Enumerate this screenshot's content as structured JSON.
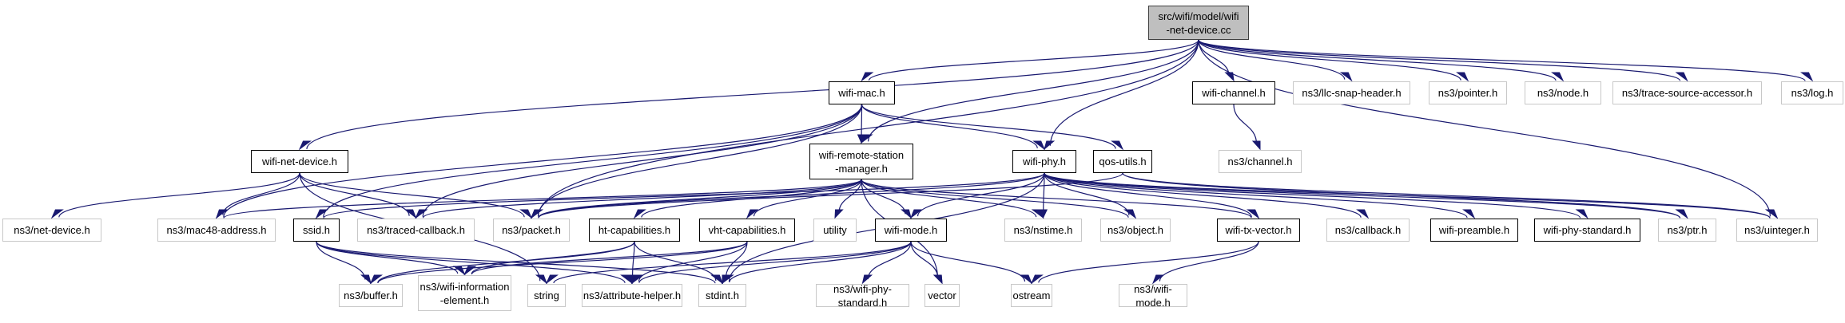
{
  "graph": {
    "title": "src/wifi/model/wifi-net-device.cc include dependency graph",
    "edge_color": "#191970",
    "nodes": [
      {
        "id": "root",
        "label": "src/wifi/model/wifi\n-net-device.cc",
        "kind": "root"
      },
      {
        "id": "wifi-mac",
        "label": "wifi-mac.h",
        "kind": "doc"
      },
      {
        "id": "wifi-channel",
        "label": "wifi-channel.h",
        "kind": "doc"
      },
      {
        "id": "llc",
        "label": "ns3/llc-snap-header.h",
        "kind": "ext"
      },
      {
        "id": "pointer",
        "label": "ns3/pointer.h",
        "kind": "ext"
      },
      {
        "id": "node",
        "label": "ns3/node.h",
        "kind": "ext"
      },
      {
        "id": "tsa",
        "label": "ns3/trace-source-accessor.h",
        "kind": "ext"
      },
      {
        "id": "log",
        "label": "ns3/log.h",
        "kind": "ext"
      },
      {
        "id": "channel",
        "label": "ns3/channel.h",
        "kind": "ext"
      },
      {
        "id": "wifi-net-device",
        "label": "wifi-net-device.h",
        "kind": "doc"
      },
      {
        "id": "wrsm",
        "label": "wifi-remote-station\n-manager.h",
        "kind": "doc"
      },
      {
        "id": "wifi-phy",
        "label": "wifi-phy.h",
        "kind": "doc"
      },
      {
        "id": "qos-utils",
        "label": "qos-utils.h",
        "kind": "doc"
      },
      {
        "id": "net-device",
        "label": "ns3/net-device.h",
        "kind": "ext"
      },
      {
        "id": "mac48",
        "label": "ns3/mac48-address.h",
        "kind": "ext"
      },
      {
        "id": "ssid",
        "label": "ssid.h",
        "kind": "doc"
      },
      {
        "id": "traced-cb",
        "label": "ns3/traced-callback.h",
        "kind": "ext"
      },
      {
        "id": "packet",
        "label": "ns3/packet.h",
        "kind": "ext"
      },
      {
        "id": "ht-cap",
        "label": "ht-capabilities.h",
        "kind": "doc"
      },
      {
        "id": "vht-cap",
        "label": "vht-capabilities.h",
        "kind": "doc"
      },
      {
        "id": "utility",
        "label": "utility",
        "kind": "ext"
      },
      {
        "id": "wifi-mode",
        "label": "wifi-mode.h",
        "kind": "doc"
      },
      {
        "id": "nstime",
        "label": "ns3/nstime.h",
        "kind": "ext"
      },
      {
        "id": "object",
        "label": "ns3/object.h",
        "kind": "ext"
      },
      {
        "id": "txvector",
        "label": "wifi-tx-vector.h",
        "kind": "doc"
      },
      {
        "id": "callback",
        "label": "ns3/callback.h",
        "kind": "ext"
      },
      {
        "id": "preamble",
        "label": "wifi-preamble.h",
        "kind": "doc"
      },
      {
        "id": "phy-std",
        "label": "wifi-phy-standard.h",
        "kind": "doc"
      },
      {
        "id": "ptr",
        "label": "ns3/ptr.h",
        "kind": "ext"
      },
      {
        "id": "uinteger",
        "label": "ns3/uinteger.h",
        "kind": "ext"
      },
      {
        "id": "buffer",
        "label": "ns3/buffer.h",
        "kind": "ext"
      },
      {
        "id": "wie",
        "label": "ns3/wifi-information\n-element.h",
        "kind": "ext"
      },
      {
        "id": "string",
        "label": "string",
        "kind": "ext"
      },
      {
        "id": "attr",
        "label": "ns3/attribute-helper.h",
        "kind": "ext"
      },
      {
        "id": "stdint",
        "label": "stdint.h",
        "kind": "ext"
      },
      {
        "id": "ns3-phy-std",
        "label": "ns3/wifi-phy-standard.h",
        "kind": "ext"
      },
      {
        "id": "vector",
        "label": "vector",
        "kind": "ext"
      },
      {
        "id": "ostream",
        "label": "ostream",
        "kind": "ext"
      },
      {
        "id": "ns3-wifi-mode",
        "label": "ns3/wifi-mode.h",
        "kind": "ext"
      }
    ],
    "edges": [
      [
        "root",
        "wifi-net-device"
      ],
      [
        "root",
        "packet"
      ],
      [
        "root",
        "wifi-mac"
      ],
      [
        "root",
        "wrsm"
      ],
      [
        "root",
        "wifi-phy"
      ],
      [
        "root",
        "wifi-channel"
      ],
      [
        "root",
        "llc"
      ],
      [
        "root",
        "pointer"
      ],
      [
        "root",
        "node"
      ],
      [
        "root",
        "tsa"
      ],
      [
        "root",
        "log"
      ],
      [
        "root",
        "uinteger"
      ],
      [
        "wifi-channel",
        "channel"
      ],
      [
        "wifi-net-device",
        "net-device"
      ],
      [
        "wifi-net-device",
        "mac48"
      ],
      [
        "wifi-net-device",
        "traced-cb"
      ],
      [
        "wifi-net-device",
        "packet"
      ],
      [
        "wifi-net-device",
        "string"
      ],
      [
        "wifi-mac",
        "wrsm"
      ],
      [
        "wifi-mac",
        "wifi-phy"
      ],
      [
        "wifi-mac",
        "qos-utils"
      ],
      [
        "wifi-mac",
        "mac48"
      ],
      [
        "wifi-mac",
        "ssid"
      ],
      [
        "wifi-mac",
        "packet"
      ],
      [
        "wifi-mac",
        "traced-cb"
      ],
      [
        "wrsm",
        "mac48"
      ],
      [
        "wrsm",
        "traced-cb"
      ],
      [
        "wrsm",
        "packet"
      ],
      [
        "wrsm",
        "ht-cap"
      ],
      [
        "wrsm",
        "vht-cap"
      ],
      [
        "wrsm",
        "utility"
      ],
      [
        "wrsm",
        "wifi-mode"
      ],
      [
        "wrsm",
        "nstime"
      ],
      [
        "wrsm",
        "object"
      ],
      [
        "wrsm",
        "txvector"
      ],
      [
        "wrsm",
        "vector"
      ],
      [
        "wifi-phy",
        "wifi-mode"
      ],
      [
        "wifi-phy",
        "nstime"
      ],
      [
        "wifi-phy",
        "object"
      ],
      [
        "wifi-phy",
        "txvector"
      ],
      [
        "wifi-phy",
        "callback"
      ],
      [
        "wifi-phy",
        "preamble"
      ],
      [
        "wifi-phy",
        "phy-std"
      ],
      [
        "wifi-phy",
        "ptr"
      ],
      [
        "wifi-phy",
        "packet"
      ],
      [
        "wifi-phy",
        "ssid"
      ],
      [
        "wifi-phy",
        "stdint"
      ],
      [
        "wifi-phy",
        "uinteger"
      ],
      [
        "qos-utils",
        "packet"
      ],
      [
        "qos-utils",
        "ptr"
      ],
      [
        "qos-utils",
        "uinteger"
      ],
      [
        "ssid",
        "buffer"
      ],
      [
        "ssid",
        "wie"
      ],
      [
        "ssid",
        "attr"
      ],
      [
        "ssid",
        "stdint"
      ],
      [
        "ht-cap",
        "buffer"
      ],
      [
        "ht-cap",
        "wie"
      ],
      [
        "ht-cap",
        "attr"
      ],
      [
        "ht-cap",
        "stdint"
      ],
      [
        "vht-cap",
        "buffer"
      ],
      [
        "vht-cap",
        "wie"
      ],
      [
        "vht-cap",
        "attr"
      ],
      [
        "vht-cap",
        "stdint"
      ],
      [
        "wifi-mode",
        "string"
      ],
      [
        "wifi-mode",
        "attr"
      ],
      [
        "wifi-mode",
        "stdint"
      ],
      [
        "wifi-mode",
        "ns3-phy-std"
      ],
      [
        "wifi-mode",
        "vector"
      ],
      [
        "wifi-mode",
        "ostream"
      ],
      [
        "txvector",
        "ostream"
      ],
      [
        "txvector",
        "ns3-wifi-mode"
      ]
    ]
  }
}
